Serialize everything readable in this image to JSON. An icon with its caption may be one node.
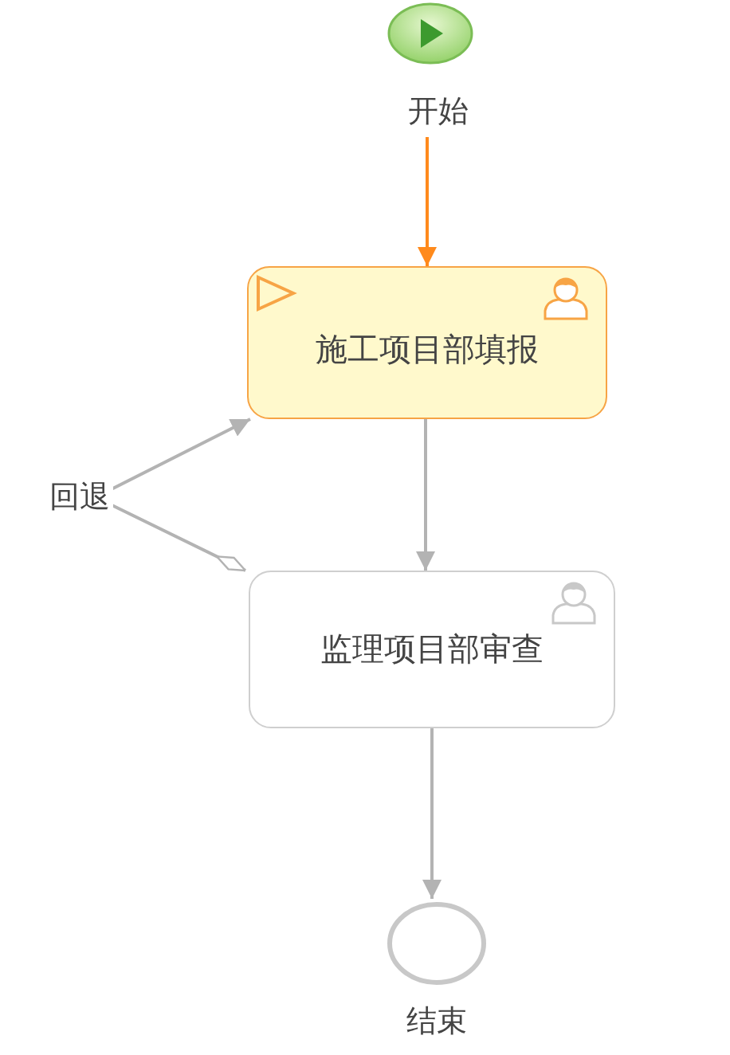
{
  "diagram": {
    "nodes": [
      {
        "text": [
          "开始"
        ]
      },
      {
        "text": [
          "施工项目部填报"
        ]
      },
      {
        "text": [
          "监理项目部审查"
        ]
      },
      {
        "text": [
          "结束"
        ]
      }
    ],
    "edges": [
      {
        "from": 0,
        "to": 1,
        "arrow": "to",
        "color": "#ff8a1c"
      },
      {
        "from": 1,
        "to": 2,
        "arrow": "to"
      },
      {
        "from": 2,
        "to": 1,
        "arrow": "to",
        "label": "回退"
      },
      {
        "from": 2,
        "to": 3,
        "arrow": "to"
      }
    ]
  }
}
